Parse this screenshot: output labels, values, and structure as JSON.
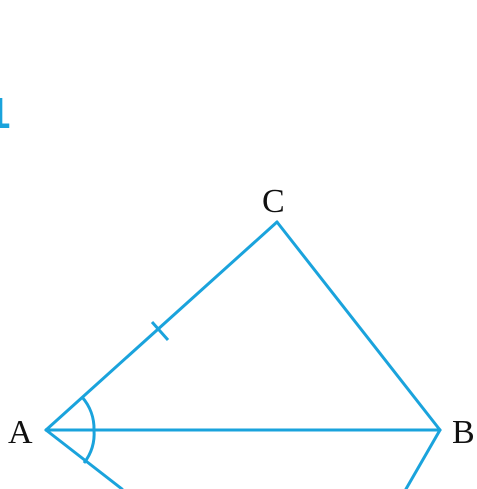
{
  "heading_fragment": "1",
  "heading_color": "#1aa3dc",
  "stroke_color": "#1aa3dc",
  "vertices": {
    "A": "A",
    "B": "B",
    "C": "C"
  }
}
